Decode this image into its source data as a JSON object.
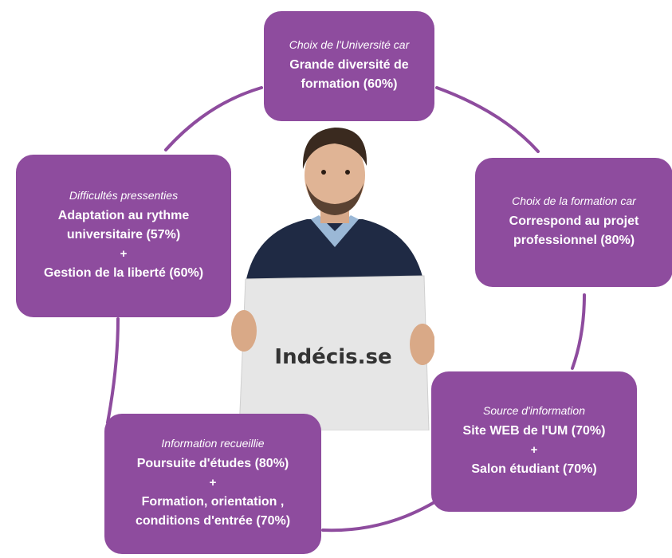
{
  "colors": {
    "box": "#8e4c9e",
    "ring": "#8e4c9e",
    "text": "#ffffff"
  },
  "sign": {
    "text": "Indécis.se"
  },
  "boxes": {
    "top": {
      "caption": "Choix de l'Université car",
      "lines": [
        "Grande diversité de",
        "formation (60%)"
      ]
    },
    "right": {
      "caption": "Choix de la formation car",
      "lines": [
        "Correspond au projet",
        "professionnel (80%)"
      ]
    },
    "bottom_right": {
      "caption": "Source d'information",
      "lines": [
        "Site WEB de l'UM (70%)",
        "Salon étudiant (70%)"
      ],
      "plus": "+"
    },
    "bottom_left": {
      "caption": "Information recueillie",
      "lines": [
        "Poursuite d'études (80%)",
        "Formation, orientation ,",
        "conditions d'entrée  (70%)"
      ],
      "plus": "+"
    },
    "left": {
      "caption": "Difficultés pressenties",
      "lines": [
        "Adaptation au rythme",
        "universitaire (57%)",
        "Gestion de la liberté (60%)"
      ],
      "plus": "+"
    }
  }
}
